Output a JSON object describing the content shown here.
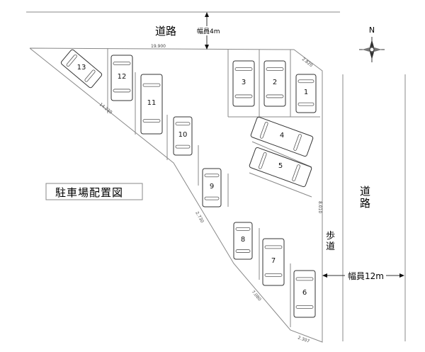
{
  "labels": {
    "road_top": "道路",
    "road_top_width": "幅員4m",
    "road_right_1": "道",
    "road_right_2": "路",
    "sidewalk_1": "歩",
    "sidewalk_2": "道",
    "road_right_width": "幅員12m",
    "title": "駐車場配置図",
    "north": "N"
  },
  "dimensions": [
    "19.900",
    "2.820",
    "14.230",
    "2.730",
    "7.080",
    "2.307",
    "8.010"
  ],
  "spaces": [
    "1",
    "2",
    "3",
    "4",
    "5",
    "6",
    "7",
    "8",
    "9",
    "10",
    "11",
    "12",
    "13"
  ]
}
